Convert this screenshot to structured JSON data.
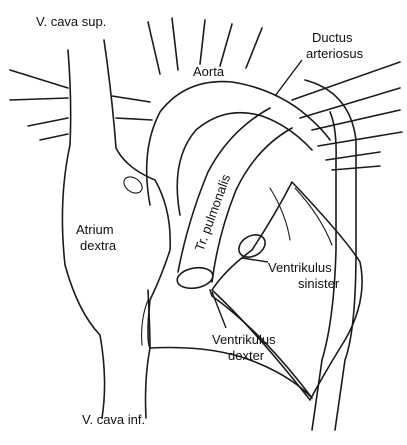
{
  "labels": {
    "vcs": "V. cava sup.",
    "aorta": "Aorta",
    "ductus_line1": "Ductus",
    "ductus_line2": "arteriosus",
    "atrium_line1": "Atrium",
    "atrium_line2": "dextra",
    "trunk": "Tr. pulmonalis",
    "vs_line1": "Ventrikulus",
    "vs_line2": "sinister",
    "vd_line1": "Ventrikulus",
    "vd_line2": "dexter",
    "vci": "V. cava inf."
  }
}
